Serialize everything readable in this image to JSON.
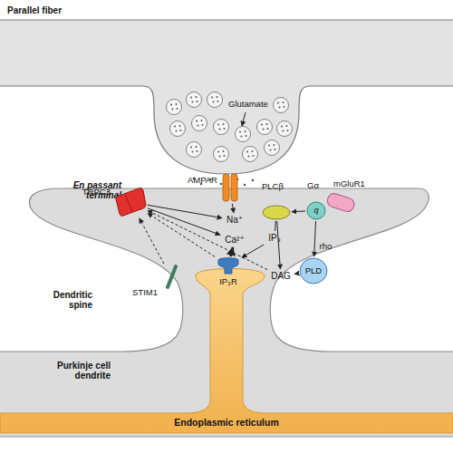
{
  "diagram": {
    "nodes": [
      {
        "text": [
          "Parallel fiber"
        ]
      },
      {
        "text": [
          "En passant terminal"
        ],
        "in": 0
      },
      {
        "text": [
          "Dendritic spine"
        ]
      },
      {
        "text": [
          "TRPC3"
        ],
        "in": 2
      },
      {
        "text": [
          "AMPAR"
        ],
        "in": 2
      },
      {
        "text": [
          "PLCβ"
        ],
        "in": 2
      },
      {
        "text": [
          "Gα",
          "q"
        ],
        "in": 2
      },
      {
        "text": [
          "mGluR1"
        ],
        "in": 2
      },
      {
        "text": [
          "Na⁺"
        ],
        "in": 2
      },
      {
        "text": [
          "Ca²⁺"
        ],
        "in": 2
      },
      {
        "text": [
          "IP₃"
        ],
        "in": 2
      },
      {
        "text": [
          "PLD"
        ],
        "in": 2
      },
      {
        "text": [
          "DAG"
        ],
        "in": 2
      },
      {
        "text": [
          "STIM1"
        ],
        "in": 2
      },
      {
        "text": [
          "IP₃R"
        ],
        "in": 2
      },
      {
        "text": [
          "Purkinje cell dendrite"
        ]
      },
      {
        "text": [
          "Endoplasmic reticulum"
        ],
        "in": 15
      }
    ],
    "edges": [
      {
        "from": 6,
        "to": 5,
        "arrow": "to"
      },
      {
        "from": 6,
        "to": 11,
        "label": "rho",
        "arrow": "to"
      },
      {
        "from": 5,
        "to": 12,
        "arrow": "to"
      },
      {
        "from": 5,
        "to": 10,
        "arrow": "none"
      },
      {
        "from": 10,
        "to": 14,
        "arrow": "to"
      },
      {
        "from": 11,
        "to": 12,
        "arrow": "to"
      },
      {
        "from": 4,
        "to": 8,
        "arrow": "to"
      },
      {
        "from": 3,
        "to": 8,
        "arrow": "to"
      },
      {
        "from": 3,
        "to": 9,
        "arrow": "to"
      },
      {
        "from": 14,
        "to": 9,
        "arrow": "to"
      },
      {
        "from": 12,
        "to": 3,
        "arrow": "to"
      },
      {
        "from": 14,
        "to": 3,
        "arrow": "to"
      },
      {
        "from": 13,
        "to": 3,
        "arrow": "to"
      }
    ],
    "labels": [
      "Glutamate"
    ]
  }
}
